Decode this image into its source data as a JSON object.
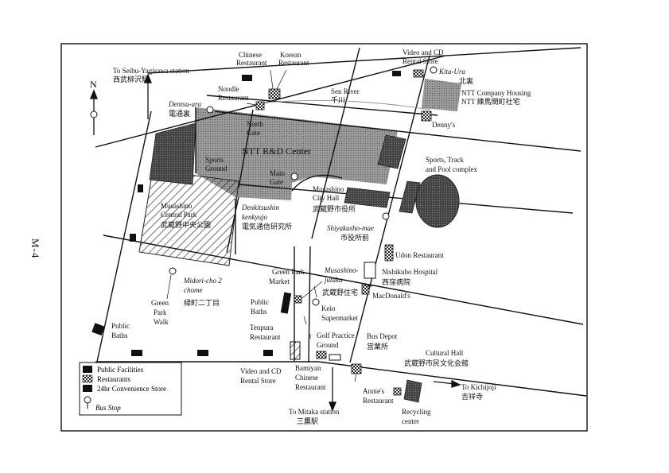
{
  "page": {
    "number": "M-4"
  },
  "map": {
    "north_label": "N",
    "labels": {
      "seibu_en": "To Seibu-Yagisawa station",
      "seibu_jp": "西武柳沢駅",
      "chinese_1": "Chinese",
      "chinese_2": "Restaurant",
      "korean_1": "Korean",
      "korean_2": "Restaurant",
      "video_top_1": "Video and CD",
      "video_top_2": "Rental Store",
      "kitaura_en": "Kita-Ura",
      "kitaura_jp": "北裏",
      "ntt_housing_en": "NTT Company Housing",
      "ntt_housing_jp": "NTT 練馬関町社宅",
      "noodle_1": "Noodle",
      "noodle_2": "Restaurant",
      "dentsuura_en": "Dentsu-ura",
      "dentsuura_jp": "電通裏",
      "sen_river_en": "Sen River",
      "sen_river_jp": "千川",
      "dennys": "Denny's",
      "north_gate_1": "North",
      "north_gate_2": "Gate",
      "ntt_center": "NTT R&D Center",
      "sports_ground_1": "Sports",
      "sports_ground_2": "Ground",
      "sports_complex_1": "Sports, Track",
      "sports_complex_2": "and Pool complex",
      "main_gate_1": "Main",
      "main_gate_2": "Gate",
      "city_hall_1": "Musashino",
      "city_hall_2": "City Hall",
      "city_hall_jp": "武蔵野市役所",
      "park_1": "Musashino",
      "park_2": "Central Park",
      "park_jp": "武蔵野中央公園",
      "denki_1": "Denkitsushin",
      "denki_2": "kenkyujo",
      "denki_jp": "電気通信研究所",
      "shiyakusho_en": "Shiyakusho-mae",
      "shiyakusho_jp": "市役所前",
      "udon": "Udon Restaurant",
      "green_market_1": "Green Park",
      "green_market_2": "Market",
      "musashino_jutaku_1": "Musashino-",
      "musashino_jutaku_2": "jutaku",
      "musashino_jutaku_jp": "武蔵野住宅",
      "nishikubo_en": "Nishikubo Hospital",
      "nishikubo_jp": "西窪病院",
      "midori_1": "Midori-cho 2",
      "midori_2": "chome",
      "midori_jp": "緑町二丁目",
      "macdonalds": "MacDonald's",
      "green_walk_1": "Green",
      "green_walk_2": "Park",
      "green_walk_3": "Walk",
      "public_baths_mid_1": "Public",
      "public_baths_mid_2": "Baths",
      "keio_1": "Keio",
      "keio_2": "Supermarket",
      "public_baths_left_1": "Public",
      "public_baths_left_2": "Baths",
      "tenpura_1": "Tenpura",
      "tenpura_2": "Restaurant",
      "golf_1": "Golf Practice",
      "golf_2": "Ground",
      "bus_depot_en": "Bus Depot",
      "bus_depot_jp": "営業所",
      "cultural_en": "Cultural Hall",
      "cultural_jp": "武蔵野市民文化会館",
      "video_bottom_1": "Video and CD",
      "video_bottom_2": "Rental Store",
      "bamiyan_1": "Bamiyan",
      "bamiyan_2": "Chinese",
      "bamiyan_3": "Restaurant",
      "kichijoji_en": "To Kichijoji",
      "kichijoji_jp": "吉祥寺",
      "annies_1": "Annie's",
      "annies_2": "Restaurant",
      "mitaka_en": "To Mitaka station",
      "mitaka_jp": "三鷹駅",
      "recycling_1": "Recycling",
      "recycling_2": "center"
    },
    "legend": {
      "public_facilities": "Public Facilities",
      "restaurants": "Restaurants",
      "convenience": "24hr Convenience Store",
      "bus_stop": "Bus Stop"
    }
  }
}
